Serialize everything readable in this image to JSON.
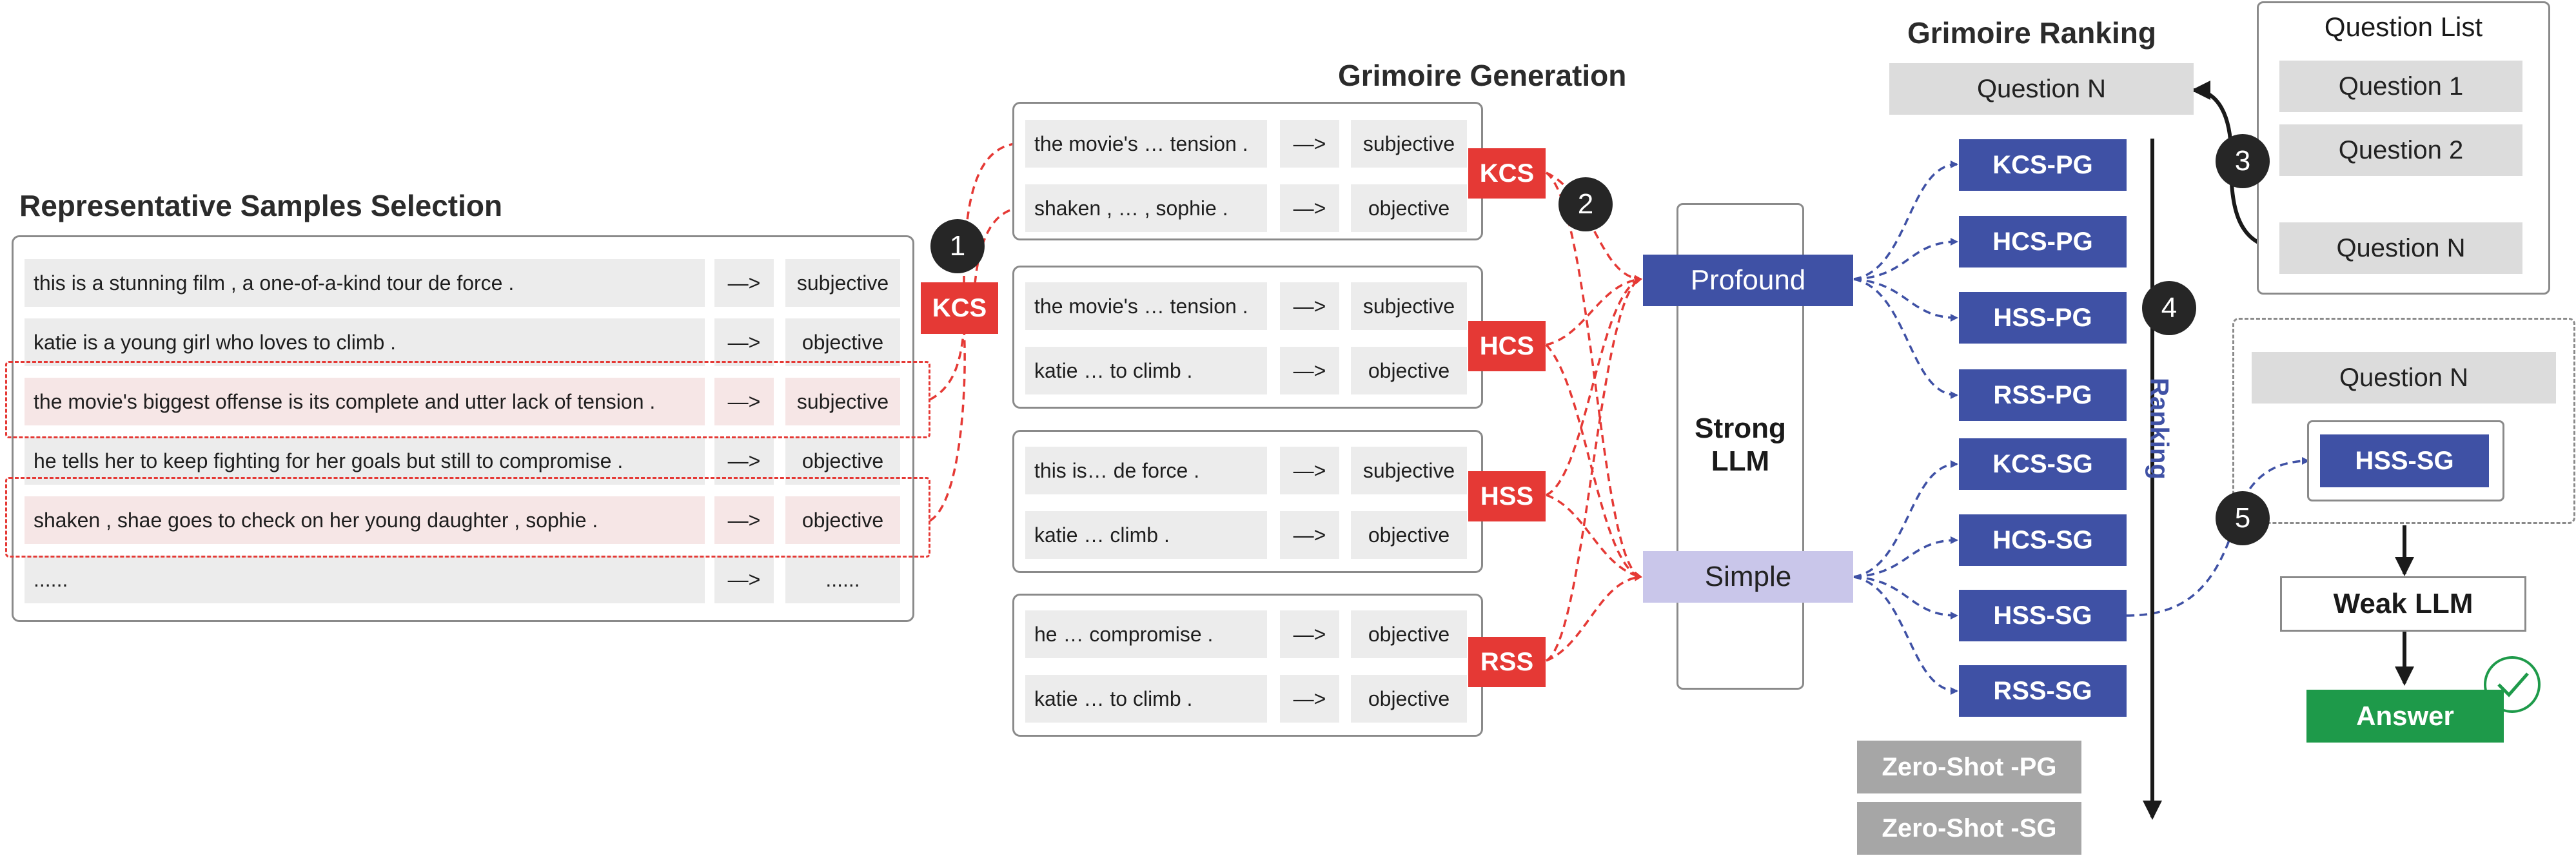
{
  "sections": {
    "selection_title": "Representative Samples Selection",
    "generation_title": "Grimoire Generation",
    "ranking_title": "Grimoire Ranking",
    "question_list_title": "Question List"
  },
  "samples": [
    {
      "text": "this is a stunning film , a one-of-a-kind tour de force .",
      "arrow": "—>",
      "label": "subjective"
    },
    {
      "text": "katie is a young girl who loves to climb .",
      "arrow": "—>",
      "label": "objective"
    },
    {
      "text": "the movie's biggest offense is its complete and utter lack of tension .",
      "arrow": "—>",
      "label": "subjective"
    },
    {
      "text": "he tells her to keep fighting for her goals but still to compromise .",
      "arrow": "—>",
      "label": "objective"
    },
    {
      "text": "shaken , shae goes to check on her young daughter , sophie .",
      "arrow": "—>",
      "label": "objective"
    },
    {
      "text": "......",
      "arrow": "—>",
      "label": "......"
    }
  ],
  "grimoire_groups": [
    {
      "tag": "KCS",
      "rows": [
        {
          "text": "the movie's … tension .",
          "arrow": "—>",
          "label": "subjective"
        },
        {
          "text": "shaken , … , sophie .",
          "arrow": "—>",
          "label": "objective"
        }
      ]
    },
    {
      "tag": "HCS",
      "rows": [
        {
          "text": "the movie's … tension .",
          "arrow": "—>",
          "label": "subjective"
        },
        {
          "text": "katie … to climb .",
          "arrow": "—>",
          "label": "objective"
        }
      ]
    },
    {
      "tag": "HSS",
      "rows": [
        {
          "text": "this is… de force .",
          "arrow": "—>",
          "label": "subjective"
        },
        {
          "text": "katie … climb .",
          "arrow": "—>",
          "label": "objective"
        }
      ]
    },
    {
      "tag": "RSS",
      "rows": [
        {
          "text": "he … compromise .",
          "arrow": "—>",
          "label": "objective"
        },
        {
          "text": "katie … to climb .",
          "arrow": "—>",
          "label": "objective"
        }
      ]
    }
  ],
  "selection_tag": "KCS",
  "llm": {
    "strong": "Strong\nLLM",
    "profound": "Profound",
    "simple": "Simple",
    "weak": "Weak LLM"
  },
  "ranking": {
    "question_n": "Question N",
    "pg": [
      "KCS-PG",
      "HCS-PG",
      "HSS-PG",
      "RSS-PG"
    ],
    "sg": [
      "KCS-SG",
      "HCS-SG",
      "HSS-SG",
      "RSS-SG"
    ],
    "zero_shot": [
      "Zero-Shot -PG",
      "Zero-Shot -SG"
    ],
    "axis_label": "Ranking"
  },
  "question_list": [
    "Question 1",
    "Question 2",
    "Question N"
  ],
  "inference": {
    "question": "Question N",
    "grimoire": "HSS-SG",
    "answer": "Answer"
  },
  "steps": [
    "1",
    "2",
    "3",
    "4",
    "5"
  ],
  "colors": {
    "red": "#e53935",
    "blue": "#3f51a5",
    "green": "#1e9a4a",
    "grey": "#a6a6a6",
    "lavender": "#c9c6ea"
  }
}
